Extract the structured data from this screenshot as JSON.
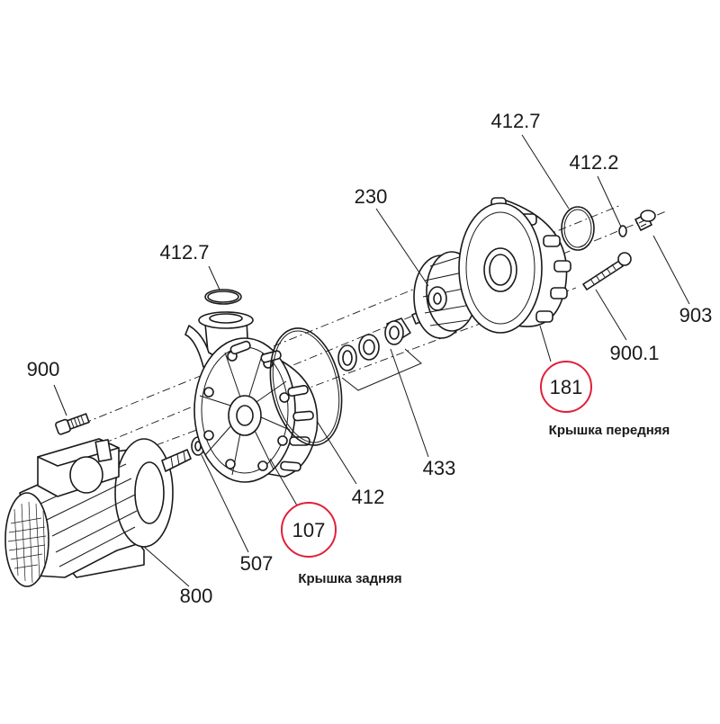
{
  "labels": {
    "p900": "900",
    "p412_7_left": "412.7",
    "p230": "230",
    "p412_7_right": "412.7",
    "p412_2": "412.2",
    "p903": "903",
    "p900_1": "900.1",
    "p181": "181",
    "p433": "433",
    "p412": "412",
    "p107": "107",
    "p507": "507",
    "p800": "800"
  },
  "captions": {
    "front_cover": "Крышка передняя",
    "rear_cover": "Крышка задняя"
  },
  "colors": {
    "highlight_circle": "#e0203a",
    "line": "#1a1a1a"
  }
}
